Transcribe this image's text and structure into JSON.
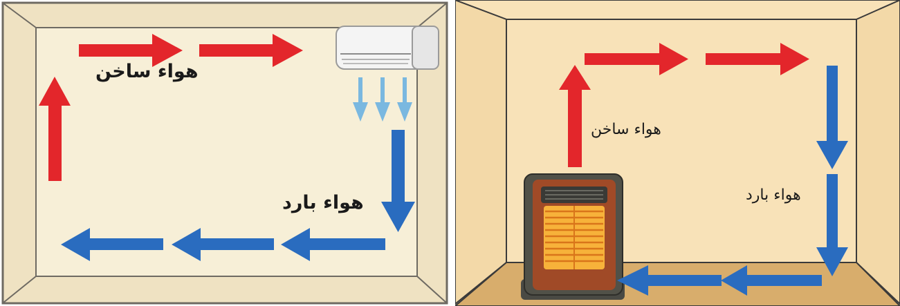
{
  "left_diagram": {
    "hot_air_label": "هواء ساخن",
    "cold_air_label": "هواء بارد",
    "colors": {
      "hot": "#e3262b",
      "cold": "#2a6cbf",
      "ac_flow": "#7ab8e0",
      "wall": "#f7efd7",
      "frame": "#efe2c2"
    },
    "device": "wall-air-conditioner"
  },
  "right_diagram": {
    "hot_air_label": "هواء ساخن",
    "cold_air_label": "هواء بارد",
    "colors": {
      "hot": "#e3262b",
      "cold": "#2a6cbf",
      "wall": "#f8e2b8",
      "side_wall": "#f3d9a8",
      "floor": "#d8ad6c"
    },
    "device": "space-heater"
  }
}
